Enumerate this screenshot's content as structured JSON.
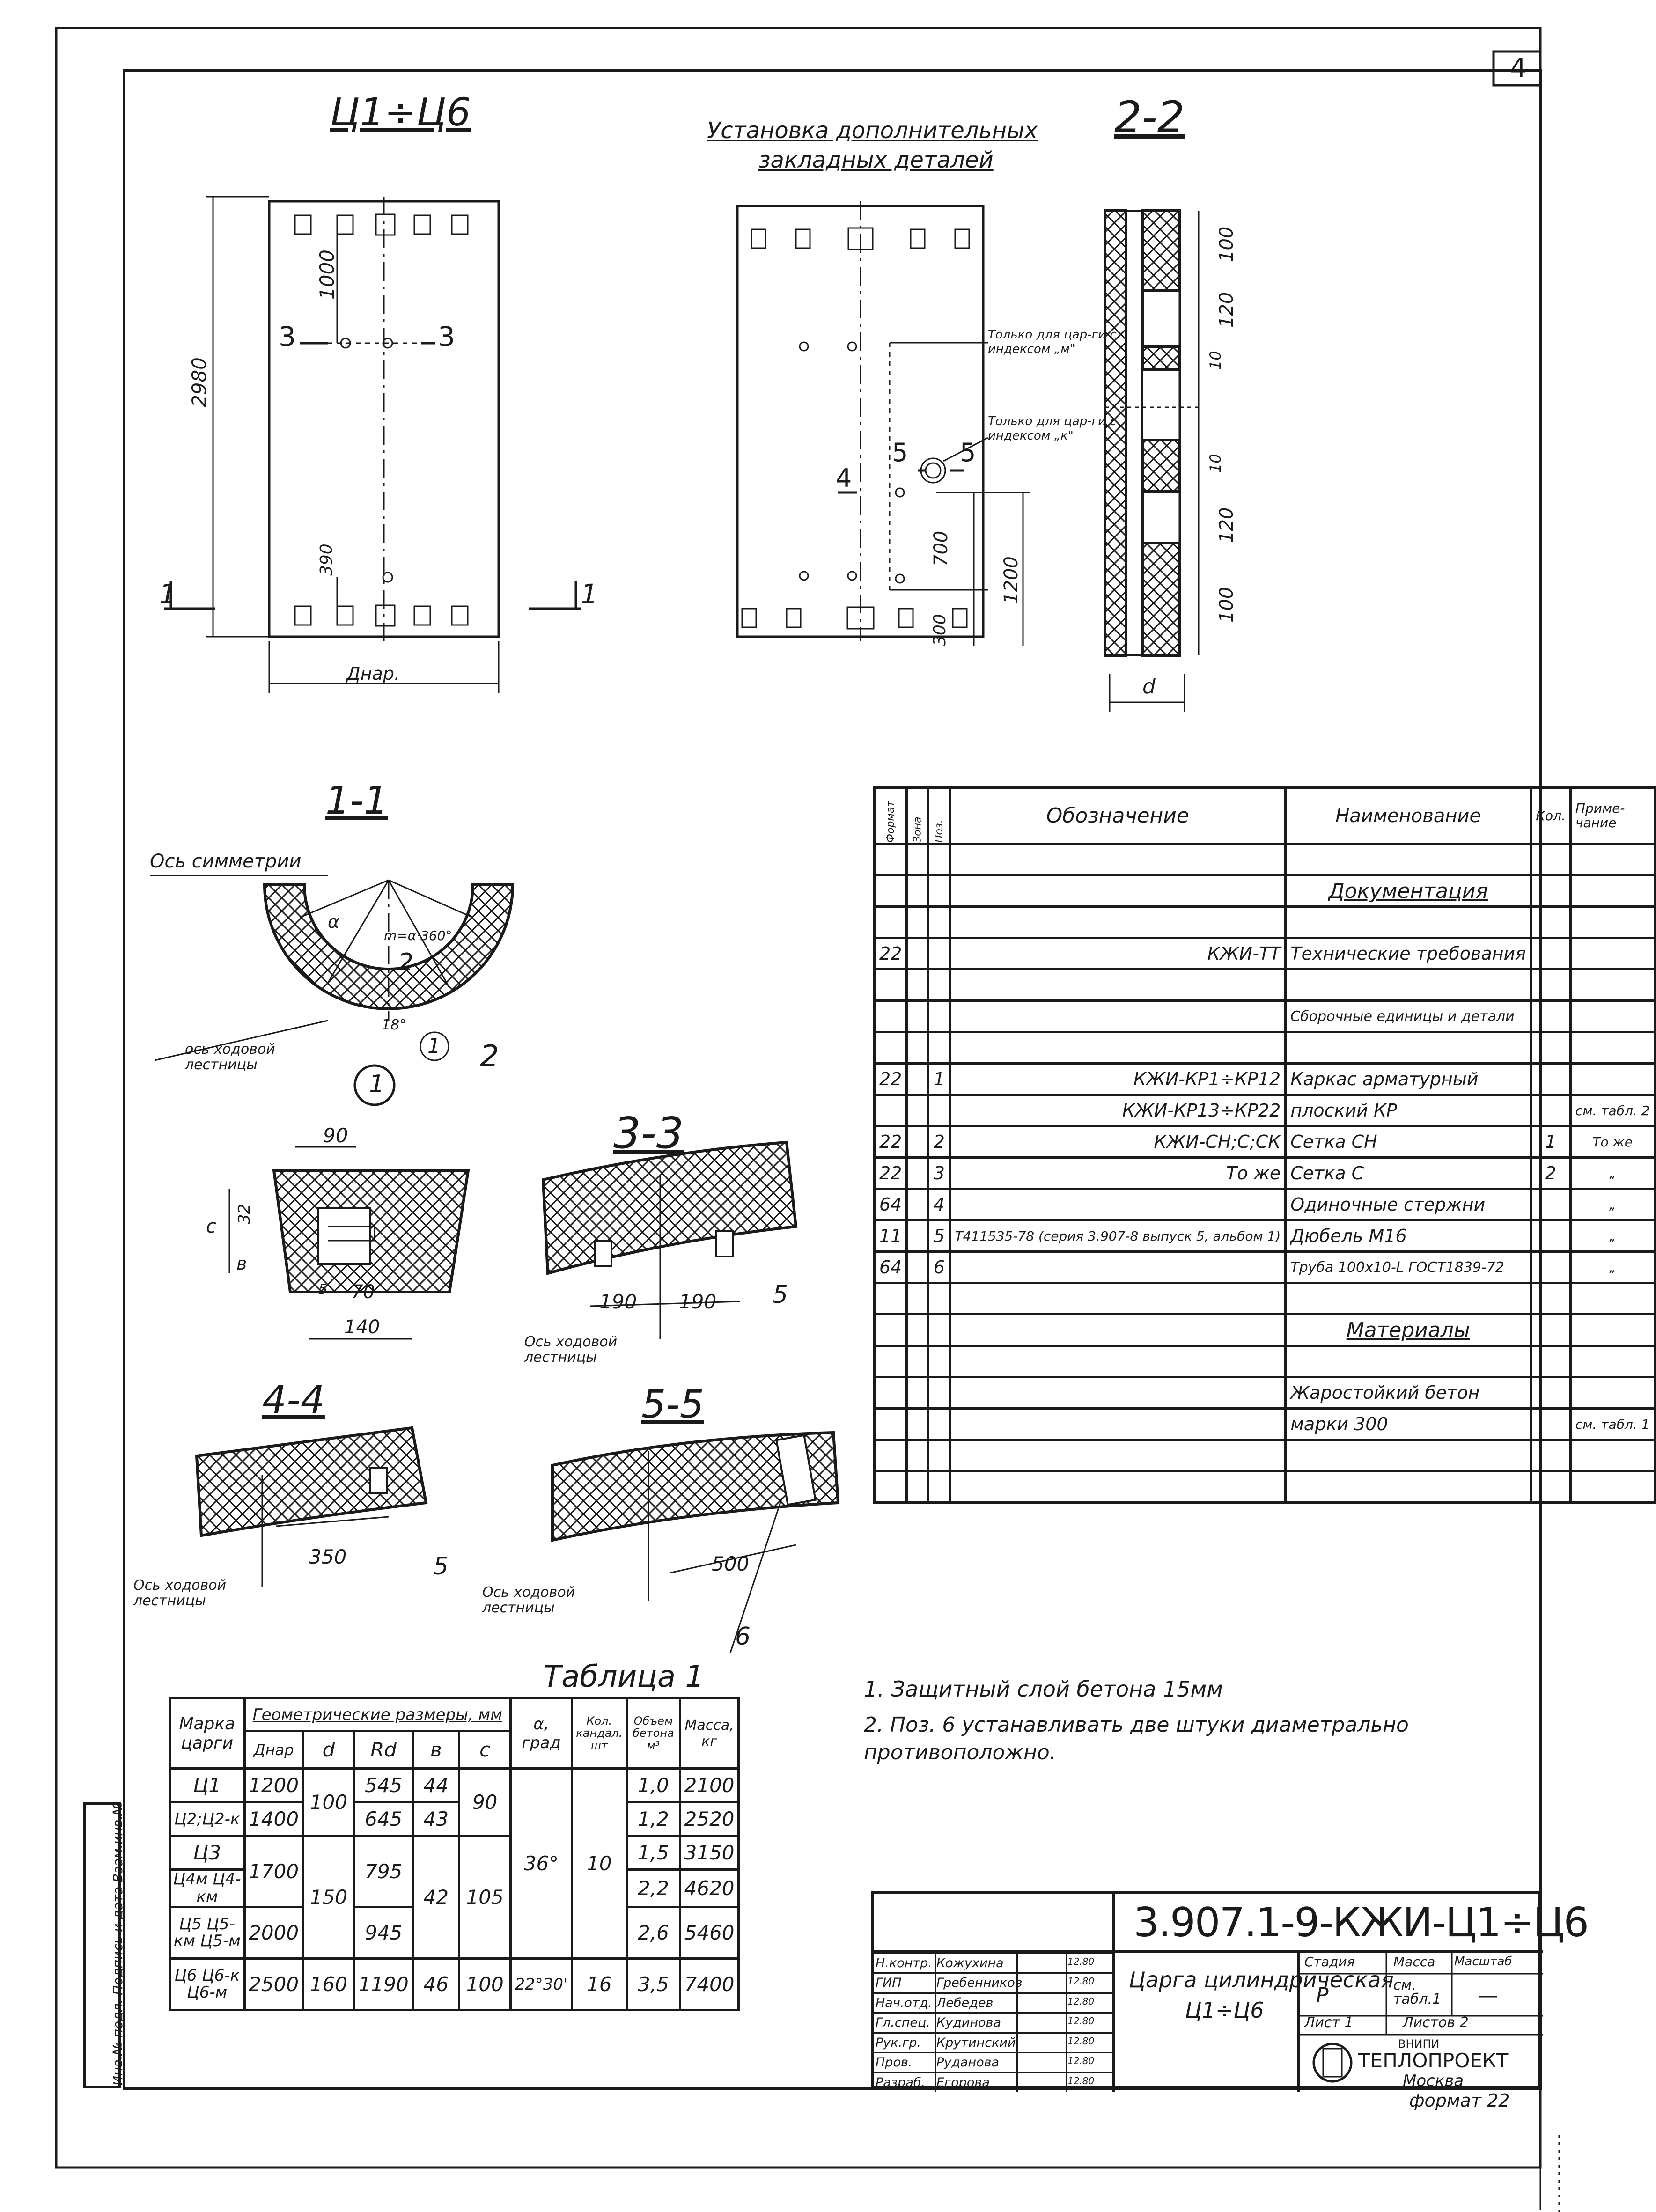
{
  "sheet_number": "4",
  "views": {
    "main_title": "Ц1÷Ц6",
    "install_title_line1": "Установка дополнительных",
    "install_title_line2": "закладных деталей",
    "section_2_2": "2-2",
    "section_1_1": "1-1",
    "section_3_3": "3-3",
    "section_4_4": "4-4",
    "section_5_5": "5-5"
  },
  "main_view": {
    "dim_total_height": "2980",
    "dim_top": "1000",
    "dim_bottom": "390",
    "dim_width": "Днар.",
    "cut_3_left": "3",
    "cut_3_right": "3",
    "cut_1_left": "1",
    "cut_1_right": "1"
  },
  "install_view": {
    "note_m": "Только для цар-ги с индексом „м\"",
    "note_k": "Только для цар-ги с индексом „к\"",
    "cut_5_left": "5",
    "cut_5_right": "5",
    "cut_4": "4",
    "dim_700": "700",
    "dim_1200": "1200",
    "dim_300": "300"
  },
  "section_2_2_dims": {
    "d100_top": "100",
    "d120_top": "120",
    "d10_top": "10",
    "d10_bot": "10",
    "d120_bot": "120",
    "d100_bot": "100",
    "d_label": "d"
  },
  "section_1_1_labels": {
    "axis_symmetry": "Ось симметрии",
    "alpha": "α",
    "angle_formula": "m=α·360°",
    "angle_18": "18°",
    "ladder_axis": "ось ходовой лестницы",
    "callout_1": "1",
    "callout_2a": "2",
    "callout_2b": "2",
    "circle_mark": "1"
  },
  "detail_1": {
    "dim_90": "90",
    "dim_32": "32",
    "label_c": "c",
    "label_b": "в",
    "dim_5": "5",
    "dim_70": "70",
    "dim_140": "140"
  },
  "section_3_3_labels": {
    "dim_190a": "190",
    "dim_190b": "190",
    "callout_5": "5",
    "ladder_axis": "Ось ходовой лестницы"
  },
  "section_4_4_labels": {
    "dim_350": "350",
    "callout_5": "5",
    "ladder_axis": "Ось ходовой лестницы"
  },
  "section_5_5_labels": {
    "dim_500": "500",
    "callout_6": "6",
    "ladder_axis": "Ось ходовой лестницы"
  },
  "spec_table": {
    "headers": [
      "Формат",
      "Зона",
      "Поз.",
      "Обозначение",
      "Наименование",
      "Кол.",
      "Приме-чание"
    ],
    "rows": [
      [
        "",
        "",
        "",
        "",
        "",
        "",
        ""
      ],
      [
        "",
        "",
        "",
        "",
        "Документация",
        "",
        ""
      ],
      [
        "",
        "",
        "",
        "",
        "",
        "",
        ""
      ],
      [
        "22",
        "",
        "",
        "КЖИ-ТТ",
        "Технические требования",
        "",
        ""
      ],
      [
        "",
        "",
        "",
        "",
        "",
        "",
        ""
      ],
      [
        "",
        "",
        "",
        "",
        "Сборочные единицы и детали",
        "",
        ""
      ],
      [
        "",
        "",
        "",
        "",
        "",
        "",
        ""
      ],
      [
        "22",
        "",
        "1",
        "КЖИ-КР1÷КР12",
        "Каркас арматурный",
        "",
        ""
      ],
      [
        "",
        "",
        "",
        "КЖИ-КР13÷КР22",
        "плоский КР",
        "",
        "см. табл. 2"
      ],
      [
        "22",
        "",
        "2",
        "КЖИ-СН;С;СК",
        "Сетка СН",
        "1",
        "То же"
      ],
      [
        "22",
        "",
        "3",
        "То же",
        "Сетка С",
        "2",
        "„"
      ],
      [
        "64",
        "",
        "4",
        "",
        "Одиночные стержни",
        "",
        "„"
      ],
      [
        "11",
        "",
        "5",
        "Т411535-78 (серия 3.907-8 выпуск 5, альбом 1)",
        "Дюбель М16",
        "",
        "„"
      ],
      [
        "64",
        "",
        "6",
        "",
        "Труба 100х10-L ГОСТ1839-72",
        "",
        "„"
      ],
      [
        "",
        "",
        "",
        "",
        "",
        "",
        ""
      ],
      [
        "",
        "",
        "",
        "",
        "Материалы",
        "",
        ""
      ],
      [
        "",
        "",
        "",
        "",
        "",
        "",
        ""
      ],
      [
        "",
        "",
        "",
        "",
        "Жаростойкий бетон",
        "",
        ""
      ],
      [
        "",
        "",
        "",
        "",
        "марки 300",
        "",
        "см. табл. 1"
      ],
      [
        "",
        "",
        "",
        "",
        "",
        "",
        ""
      ],
      [
        "",
        "",
        "",
        "",
        "",
        "",
        ""
      ]
    ]
  },
  "notes": [
    "1. Защитный слой бетона 15мм",
    "2. Поз. 6 устанавливать две штуки диаметрально противоположно."
  ],
  "table1": {
    "title": "Таблица 1",
    "header_group": "Геометрические размеры, мм",
    "col_headers": [
      "Марка царги",
      "Днар",
      "d",
      "Rd",
      "в",
      "с",
      "α, град",
      "Кол. кандал. шт",
      "Объем бетона м³",
      "Масса, кг"
    ],
    "rows": [
      {
        "mark": "Ц1",
        "dnar": "1200",
        "d": "100",
        "rd": "545",
        "b": "44",
        "c": "90",
        "alpha": "36°",
        "qty": "10",
        "vol": "1,0",
        "mass": "2100"
      },
      {
        "mark": "Ц2;Ц2-к",
        "dnar": "1400",
        "d": "",
        "rd": "645",
        "b": "43",
        "c": "",
        "alpha": "",
        "qty": "",
        "vol": "1,2",
        "mass": "2520"
      },
      {
        "mark": "Ц3",
        "dnar": "1700",
        "d": "",
        "rd": "795",
        "b": "",
        "c": "",
        "alpha": "",
        "qty": "",
        "vol": "1,5",
        "mass": "3150"
      },
      {
        "mark": "Ц4м Ц4-км",
        "dnar": "",
        "d": "150",
        "rd": "",
        "b": "42",
        "c": "105",
        "alpha": "",
        "qty": "",
        "vol": "2,2",
        "mass": "4620"
      },
      {
        "mark": "Ц5 Ц5-км Ц5-м",
        "dnar": "2000",
        "d": "",
        "rd": "945",
        "b": "",
        "c": "",
        "alpha": "",
        "qty": "",
        "vol": "2,6",
        "mass": "5460"
      },
      {
        "mark": "Ц6 Ц6-к Ц6-м",
        "dnar": "2500",
        "d": "160",
        "rd": "1190",
        "b": "46",
        "c": "100",
        "alpha": "22°30'",
        "qty": "16",
        "vol": "3,5",
        "mass": "7400"
      }
    ]
  },
  "title_block": {
    "code": "3.907.1-9-КЖИ-Ц1÷Ц6",
    "name_line1": "Царга цилиндрическая",
    "name_line2": "Ц1÷Ц6",
    "stage_label": "Стадия",
    "mass_label": "Масса",
    "scale_label": "Масштаб",
    "stage": "Р",
    "mass": "см. табл.1",
    "scale": "—",
    "sheet": "Лист 1",
    "sheets": "Листов 2",
    "org_top": "ВНИПИ",
    "org": "ТЕПЛОПРОЕКТ",
    "city": "Москва",
    "format": "формат 22",
    "people": [
      {
        "role": "Н.контр.",
        "name": "Кожухина",
        "date": "12.80"
      },
      {
        "role": "ГИП",
        "name": "Гребенников",
        "date": "12.80"
      },
      {
        "role": "Нач.отд.",
        "name": "Лебедев",
        "date": "12.80"
      },
      {
        "role": "Гл.спец.",
        "name": "Кудинова",
        "date": "12.80"
      },
      {
        "role": "Рук.гр.",
        "name": "Крутинский",
        "date": "12.80"
      },
      {
        "role": "Пров.",
        "name": "Руданова",
        "date": "12.80"
      },
      {
        "role": "Разраб.",
        "name": "Егорова",
        "date": "12.80"
      }
    ]
  },
  "side_stamp": "Инв.№ подл. Подпись и дата Взам.инв.№"
}
